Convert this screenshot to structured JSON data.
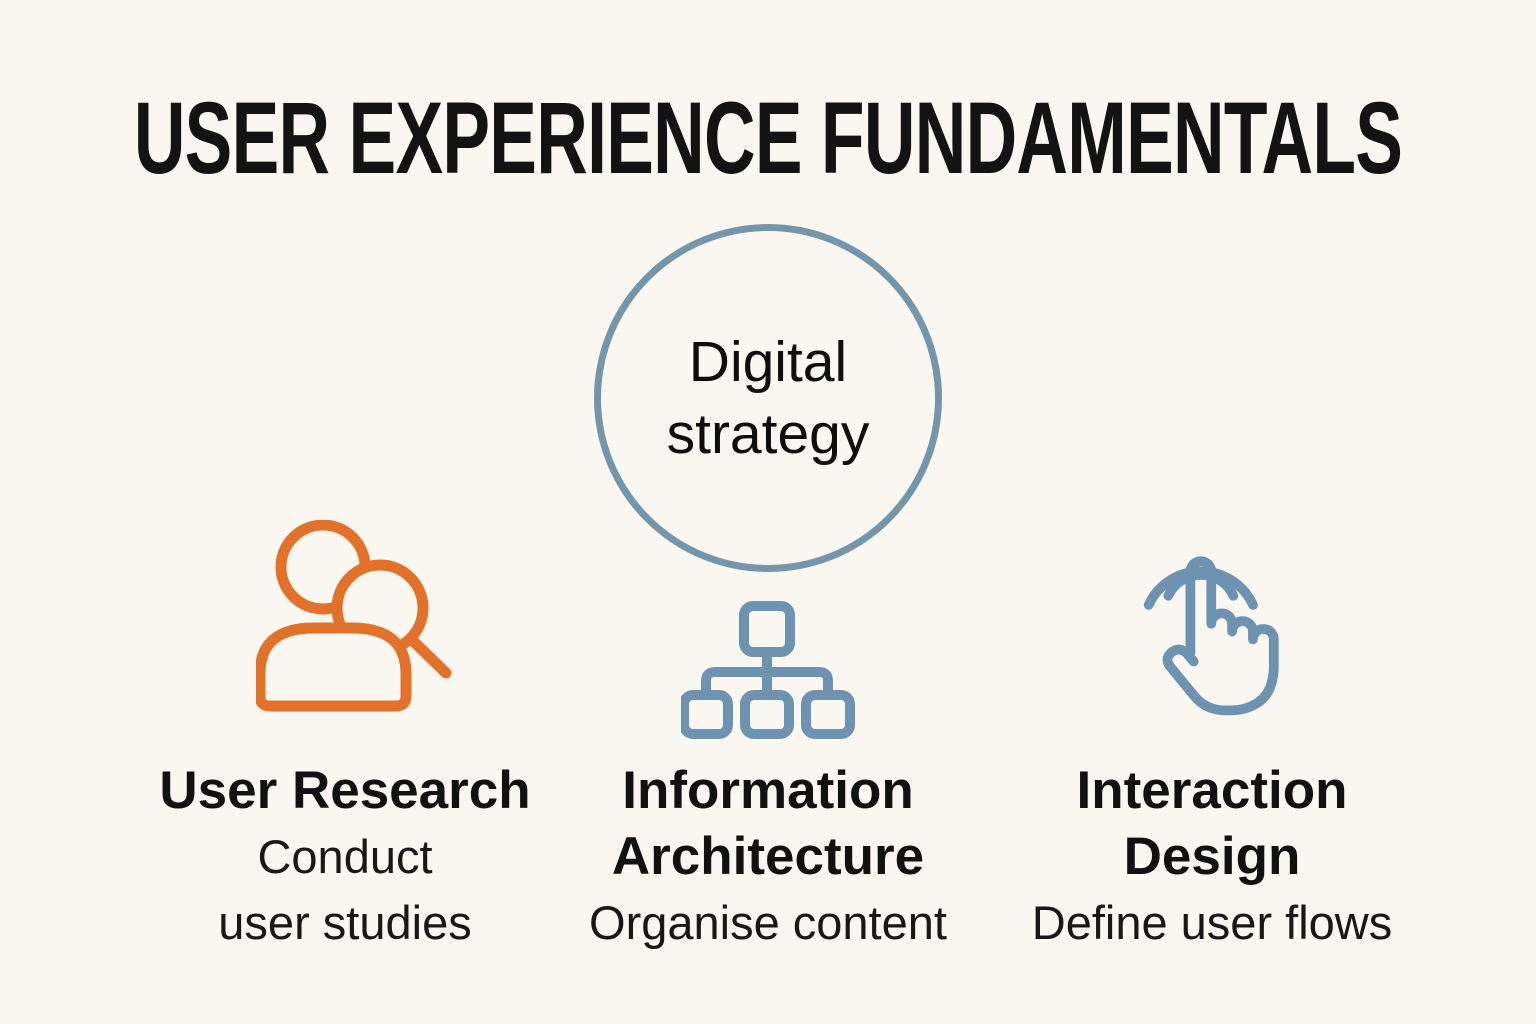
{
  "title": "USER EXPERIENCE FUNDAMENTALS",
  "center_circle": {
    "label": "Digital strategy",
    "lines": [
      "Digital",
      "strategy"
    ]
  },
  "columns": [
    {
      "icon": "user-research-icon",
      "lines": [
        "User Research",
        "Conduct",
        "user studies"
      ]
    },
    {
      "icon": "information-architecture-icon",
      "lines": [
        "Information",
        "Architecture",
        "Organise content"
      ]
    },
    {
      "icon": "interaction-design-icon",
      "lines": [
        "Interaction",
        "Design",
        "Define user flows"
      ]
    }
  ],
  "colors": {
    "background": "#FAF7F1",
    "accent_orange": "#E2712C",
    "icon_blue": "#6D93B0",
    "circle_blue": "#7496AC",
    "text": "#141414"
  }
}
